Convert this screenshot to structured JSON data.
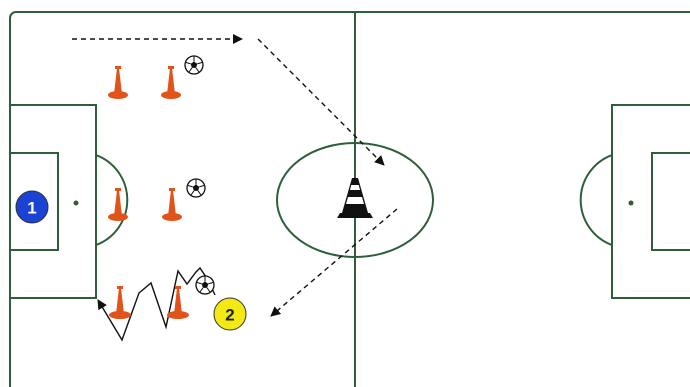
{
  "colors": {
    "pitch_lines": "#2e5e3a",
    "pitch_background": "#ffffff",
    "cone": "#e0541a",
    "player_1": "#1a43d6",
    "player_2": "#f2ea12",
    "arrows": "#111111"
  },
  "players": [
    {
      "label": "1",
      "color": "#1a43d6",
      "text_color": "#ffffff"
    },
    {
      "label": "2",
      "color": "#f2ea12",
      "text_color": "#222222"
    }
  ],
  "icons": {
    "ball": "soccer-ball-icon",
    "cone": "training-cone-icon",
    "central_marker": "striped-marker-cone-icon"
  },
  "counts": {
    "orange_cones": 6,
    "balls": 3,
    "passes": 3
  }
}
